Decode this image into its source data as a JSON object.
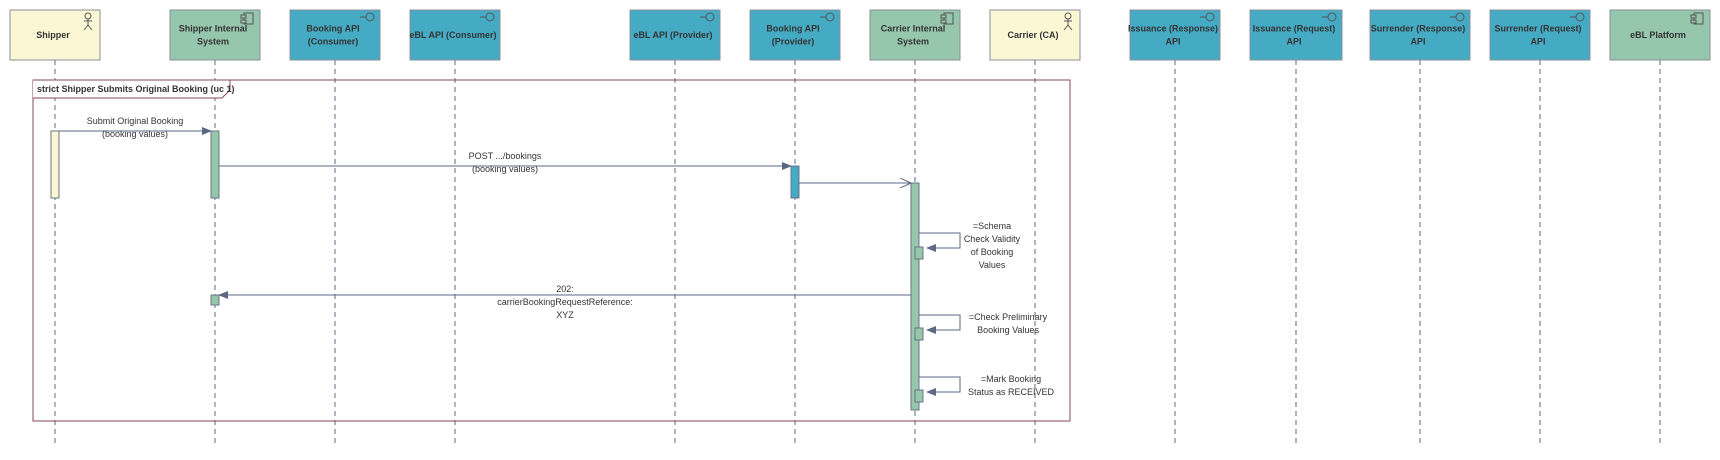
{
  "colors": {
    "actor_fill": "#FBF7D5",
    "component_fill": "#96C7AC",
    "api_fill": "#45ABC4",
    "line": "#5A6785"
  },
  "lifelines": [
    {
      "id": "shipper",
      "label": [
        "Shipper"
      ],
      "kind": "actor"
    },
    {
      "id": "shipper-internal",
      "label": [
        "Shipper Internal",
        "System"
      ],
      "kind": "component"
    },
    {
      "id": "booking-api-consumer",
      "label": [
        "Booking API",
        "(Consumer)"
      ],
      "kind": "api"
    },
    {
      "id": "ebl-api-consumer",
      "label": [
        "eBL API (Consumer)"
      ],
      "kind": "api"
    },
    {
      "id": "ebl-api-provider",
      "label": [
        "eBL API (Provider)"
      ],
      "kind": "api"
    },
    {
      "id": "booking-api-provider",
      "label": [
        "Booking API",
        "(Provider)"
      ],
      "kind": "api"
    },
    {
      "id": "carrier-internal",
      "label": [
        "Carrier Internal",
        "System"
      ],
      "kind": "component"
    },
    {
      "id": "carrier-ca",
      "label": [
        "Carrier (CA)"
      ],
      "kind": "actor"
    },
    {
      "id": "issuance-response",
      "label": [
        "Issuance (Response)",
        "API"
      ],
      "kind": "api"
    },
    {
      "id": "issuance-request",
      "label": [
        "Issuance (Request)",
        "API"
      ],
      "kind": "api"
    },
    {
      "id": "surrender-response",
      "label": [
        "Surrender (Response)",
        "API"
      ],
      "kind": "api"
    },
    {
      "id": "surrender-request",
      "label": [
        "Surrender (Request)",
        "API"
      ],
      "kind": "api"
    },
    {
      "id": "ebl-platform",
      "label": [
        "eBL Platform"
      ],
      "kind": "component"
    }
  ],
  "frame": {
    "label": "strict Shipper Submits Original Booking (uc 1)"
  },
  "messages": [
    {
      "id": "submit-original-booking",
      "lines": [
        "Submit Original Booking",
        "(booking values)"
      ]
    },
    {
      "id": "post-bookings",
      "lines": [
        "POST .../bookings",
        "(booking values)"
      ]
    },
    {
      "id": "forward-to-carrier",
      "lines": []
    },
    {
      "id": "schema-check",
      "lines": [
        "=Schema",
        "Check Validity",
        "of Booking",
        "Values"
      ]
    },
    {
      "id": "response-202",
      "lines": [
        "202:",
        "carrierBookingRequestReference:",
        "XYZ"
      ]
    },
    {
      "id": "check-preliminary",
      "lines": [
        "=Check Preliminary",
        "Booking Values"
      ]
    },
    {
      "id": "mark-received",
      "lines": [
        "=Mark Booking",
        "Status as RECEIVED"
      ]
    }
  ]
}
